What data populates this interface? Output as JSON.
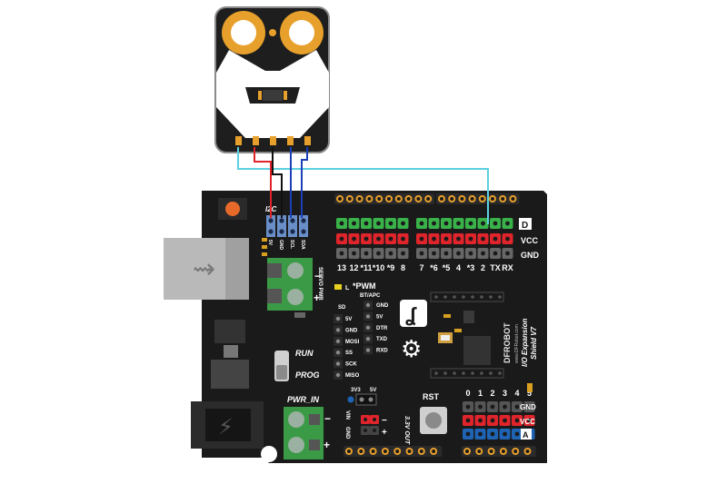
{
  "sensor": {
    "pin_count": 5
  },
  "shield": {
    "i2c_header": "I2C",
    "i2c_pins": [
      "5V",
      "GND",
      "SCL",
      "SDA"
    ],
    "servo_pwr": "SERVO PWR",
    "pwm_label": "*PWM",
    "led_label": "L",
    "sd_label": "SD",
    "bt_label": "BT/APC",
    "sd_pins": [
      "5V",
      "GND",
      "MOSI",
      "SS",
      "SCK",
      "MISO"
    ],
    "bt_pins": [
      "GND",
      "5V",
      "DTR",
      "TXD",
      "RXD"
    ],
    "digital_rows": [
      "D",
      "VCC",
      "GND"
    ],
    "digital_numbers": [
      "13",
      "12",
      "*11",
      "*10",
      "*9",
      "8",
      "7",
      "*6",
      "*5",
      "4",
      "*3",
      "2",
      "TX",
      "RX"
    ],
    "brand": "DFROBOT",
    "website": "www.DFRobot.com",
    "product": [
      "I/O Expansion",
      "Shield V7"
    ],
    "run_label": "RUN",
    "prog_label": "PROG",
    "pwr_in_label": "PWR_IN",
    "v3_label": "3V3",
    "v5_label": "5V",
    "vin_label": "VIN",
    "gnd_label": "GND",
    "out_label": "3.3V OUT",
    "rst_label": "RST",
    "analog_numbers": [
      "0",
      "1",
      "2",
      "3",
      "4",
      "5"
    ],
    "analog_rows": [
      "GND",
      "VCC",
      "A"
    ],
    "minus": "−",
    "plus": "+"
  },
  "colors": {
    "board": "#1a1a1a",
    "gold": "#e8a02c",
    "green_pin": "#39b24a",
    "red_pin": "#e0242b",
    "blue_pin": "#1e63b4",
    "terminal": "#3a9a45",
    "wire_red": "#e0242b",
    "wire_black": "#111111",
    "wire_blue": "#1a3fb8",
    "wire_cyan": "#5ad0e0"
  }
}
